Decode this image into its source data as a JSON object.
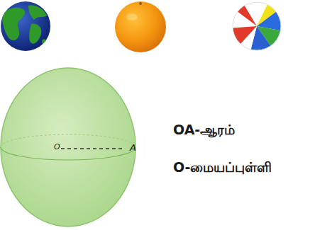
{
  "diagram": {
    "labels": [
      "O",
      "A",
      "OA-ஆரம்",
      "O-மையப்புள்ளி"
    ]
  }
}
